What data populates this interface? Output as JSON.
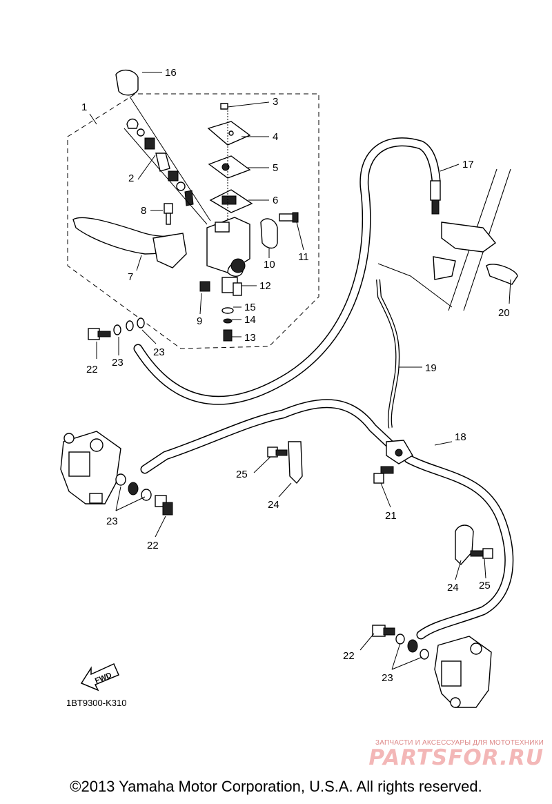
{
  "diagram": {
    "callouts": [
      {
        "id": "c1",
        "text": "1"
      },
      {
        "id": "c2",
        "text": "2"
      },
      {
        "id": "c3",
        "text": "3"
      },
      {
        "id": "c4",
        "text": "4"
      },
      {
        "id": "c5",
        "text": "5"
      },
      {
        "id": "c6",
        "text": "6"
      },
      {
        "id": "c7",
        "text": "7"
      },
      {
        "id": "c8",
        "text": "8"
      },
      {
        "id": "c9",
        "text": "9"
      },
      {
        "id": "c10",
        "text": "10"
      },
      {
        "id": "c11",
        "text": "11"
      },
      {
        "id": "c12",
        "text": "12"
      },
      {
        "id": "c13",
        "text": "13"
      },
      {
        "id": "c14",
        "text": "14"
      },
      {
        "id": "c15",
        "text": "15"
      },
      {
        "id": "c16",
        "text": "16"
      },
      {
        "id": "c17",
        "text": "17"
      },
      {
        "id": "c18",
        "text": "18"
      },
      {
        "id": "c19",
        "text": "19"
      },
      {
        "id": "c20",
        "text": "20"
      },
      {
        "id": "c21",
        "text": "21"
      },
      {
        "id": "c22a",
        "text": "22"
      },
      {
        "id": "c23a",
        "text": "23"
      },
      {
        "id": "c23b",
        "text": "23"
      },
      {
        "id": "c23c",
        "text": "23"
      },
      {
        "id": "c22b",
        "text": "22"
      },
      {
        "id": "c25a",
        "text": "25"
      },
      {
        "id": "c24a",
        "text": "24"
      },
      {
        "id": "c24b",
        "text": "24"
      },
      {
        "id": "c25b",
        "text": "25"
      },
      {
        "id": "c22c",
        "text": "22"
      },
      {
        "id": "c23d",
        "text": "23"
      }
    ],
    "fwd_label": "FWD",
    "part_code": "1BT9300-K310"
  },
  "watermark": {
    "tagline": "ЗАПЧАСТИ И АКСЕССУАРЫ ДЛЯ МОТОТЕХНИКИ",
    "logo_text": "PARTSFOR.RU",
    "color": "#f3b7b7"
  },
  "footer": {
    "copyright": "©2013 Yamaha Motor Corporation, U.S.A. All rights reserved."
  }
}
